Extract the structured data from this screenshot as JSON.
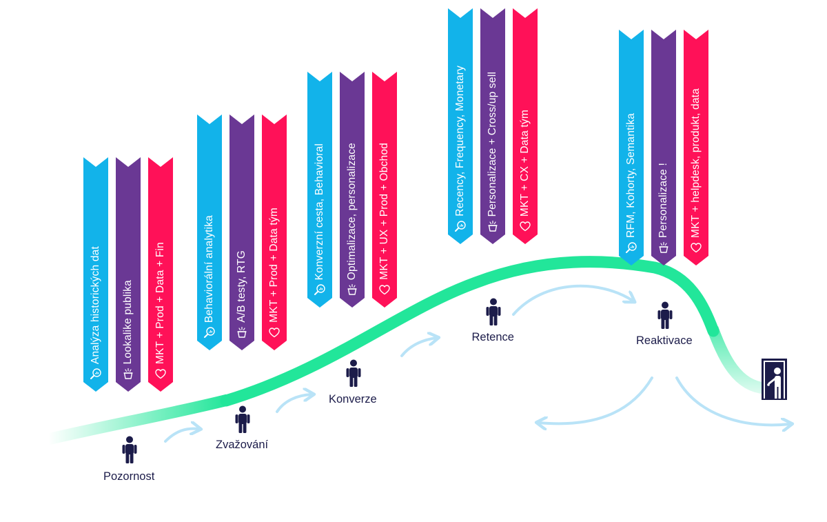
{
  "colors": {
    "cyan": "#12b3ea",
    "purple": "#6a3894",
    "red": "#ff1158",
    "curve": "#22e69a",
    "arrow": "#b9e3f7",
    "person": "#1c1c4a"
  },
  "stages": [
    {
      "label": "Pozornost"
    },
    {
      "label": "Zvažování"
    },
    {
      "label": "Konverze"
    },
    {
      "label": "Retence"
    },
    {
      "label": "Reaktivace"
    }
  ],
  "ribbon_groups": [
    {
      "items": [
        {
          "text": "Analýza historických dat",
          "color": "cyan",
          "icon": "magnifier-chart-icon"
        },
        {
          "text": "Lookalike publika",
          "color": "purple",
          "icon": "bucket-sparkle-icon"
        },
        {
          "text": "MKT + Prod + Data + Fin",
          "color": "red",
          "icon": "heart-icon"
        }
      ]
    },
    {
      "items": [
        {
          "text": "Behaviorální analytika",
          "color": "cyan",
          "icon": "magnifier-chart-icon"
        },
        {
          "text": "A/B testy, RTG",
          "color": "purple",
          "icon": "bucket-sparkle-icon"
        },
        {
          "text": "MKT + Prod + Data tým",
          "color": "red",
          "icon": "heart-icon"
        }
      ]
    },
    {
      "items": [
        {
          "text": "Konverzní cesta, Behavioral",
          "color": "cyan",
          "icon": "magnifier-chart-icon"
        },
        {
          "text": "Optimalizace, personalizace",
          "color": "purple",
          "icon": "bucket-sparkle-icon"
        },
        {
          "text": "MKT + UX + Prod + Obchod",
          "color": "red",
          "icon": "heart-icon"
        }
      ]
    },
    {
      "items": [
        {
          "text": "Recency, Frequency, Monetary",
          "color": "cyan",
          "icon": "magnifier-chart-icon"
        },
        {
          "text": "Personalizace + Cross/up sell",
          "color": "purple",
          "icon": "bucket-sparkle-icon"
        },
        {
          "text": "MKT + CX + Data tým",
          "color": "red",
          "icon": "heart-icon"
        }
      ]
    },
    {
      "items": [
        {
          "text": "RFM, Kohorty, Semantika",
          "color": "cyan",
          "icon": "magnifier-chart-icon"
        },
        {
          "text": "Personalizace !",
          "color": "purple",
          "icon": "bucket-sparkle-icon"
        },
        {
          "text": "MKT + helpdesk, produkt, data",
          "color": "red",
          "icon": "heart-icon"
        }
      ]
    }
  ],
  "icons": {
    "person": "person-icon",
    "exit": "exit-door-icon",
    "arrow": "curved-arrow-icon"
  }
}
